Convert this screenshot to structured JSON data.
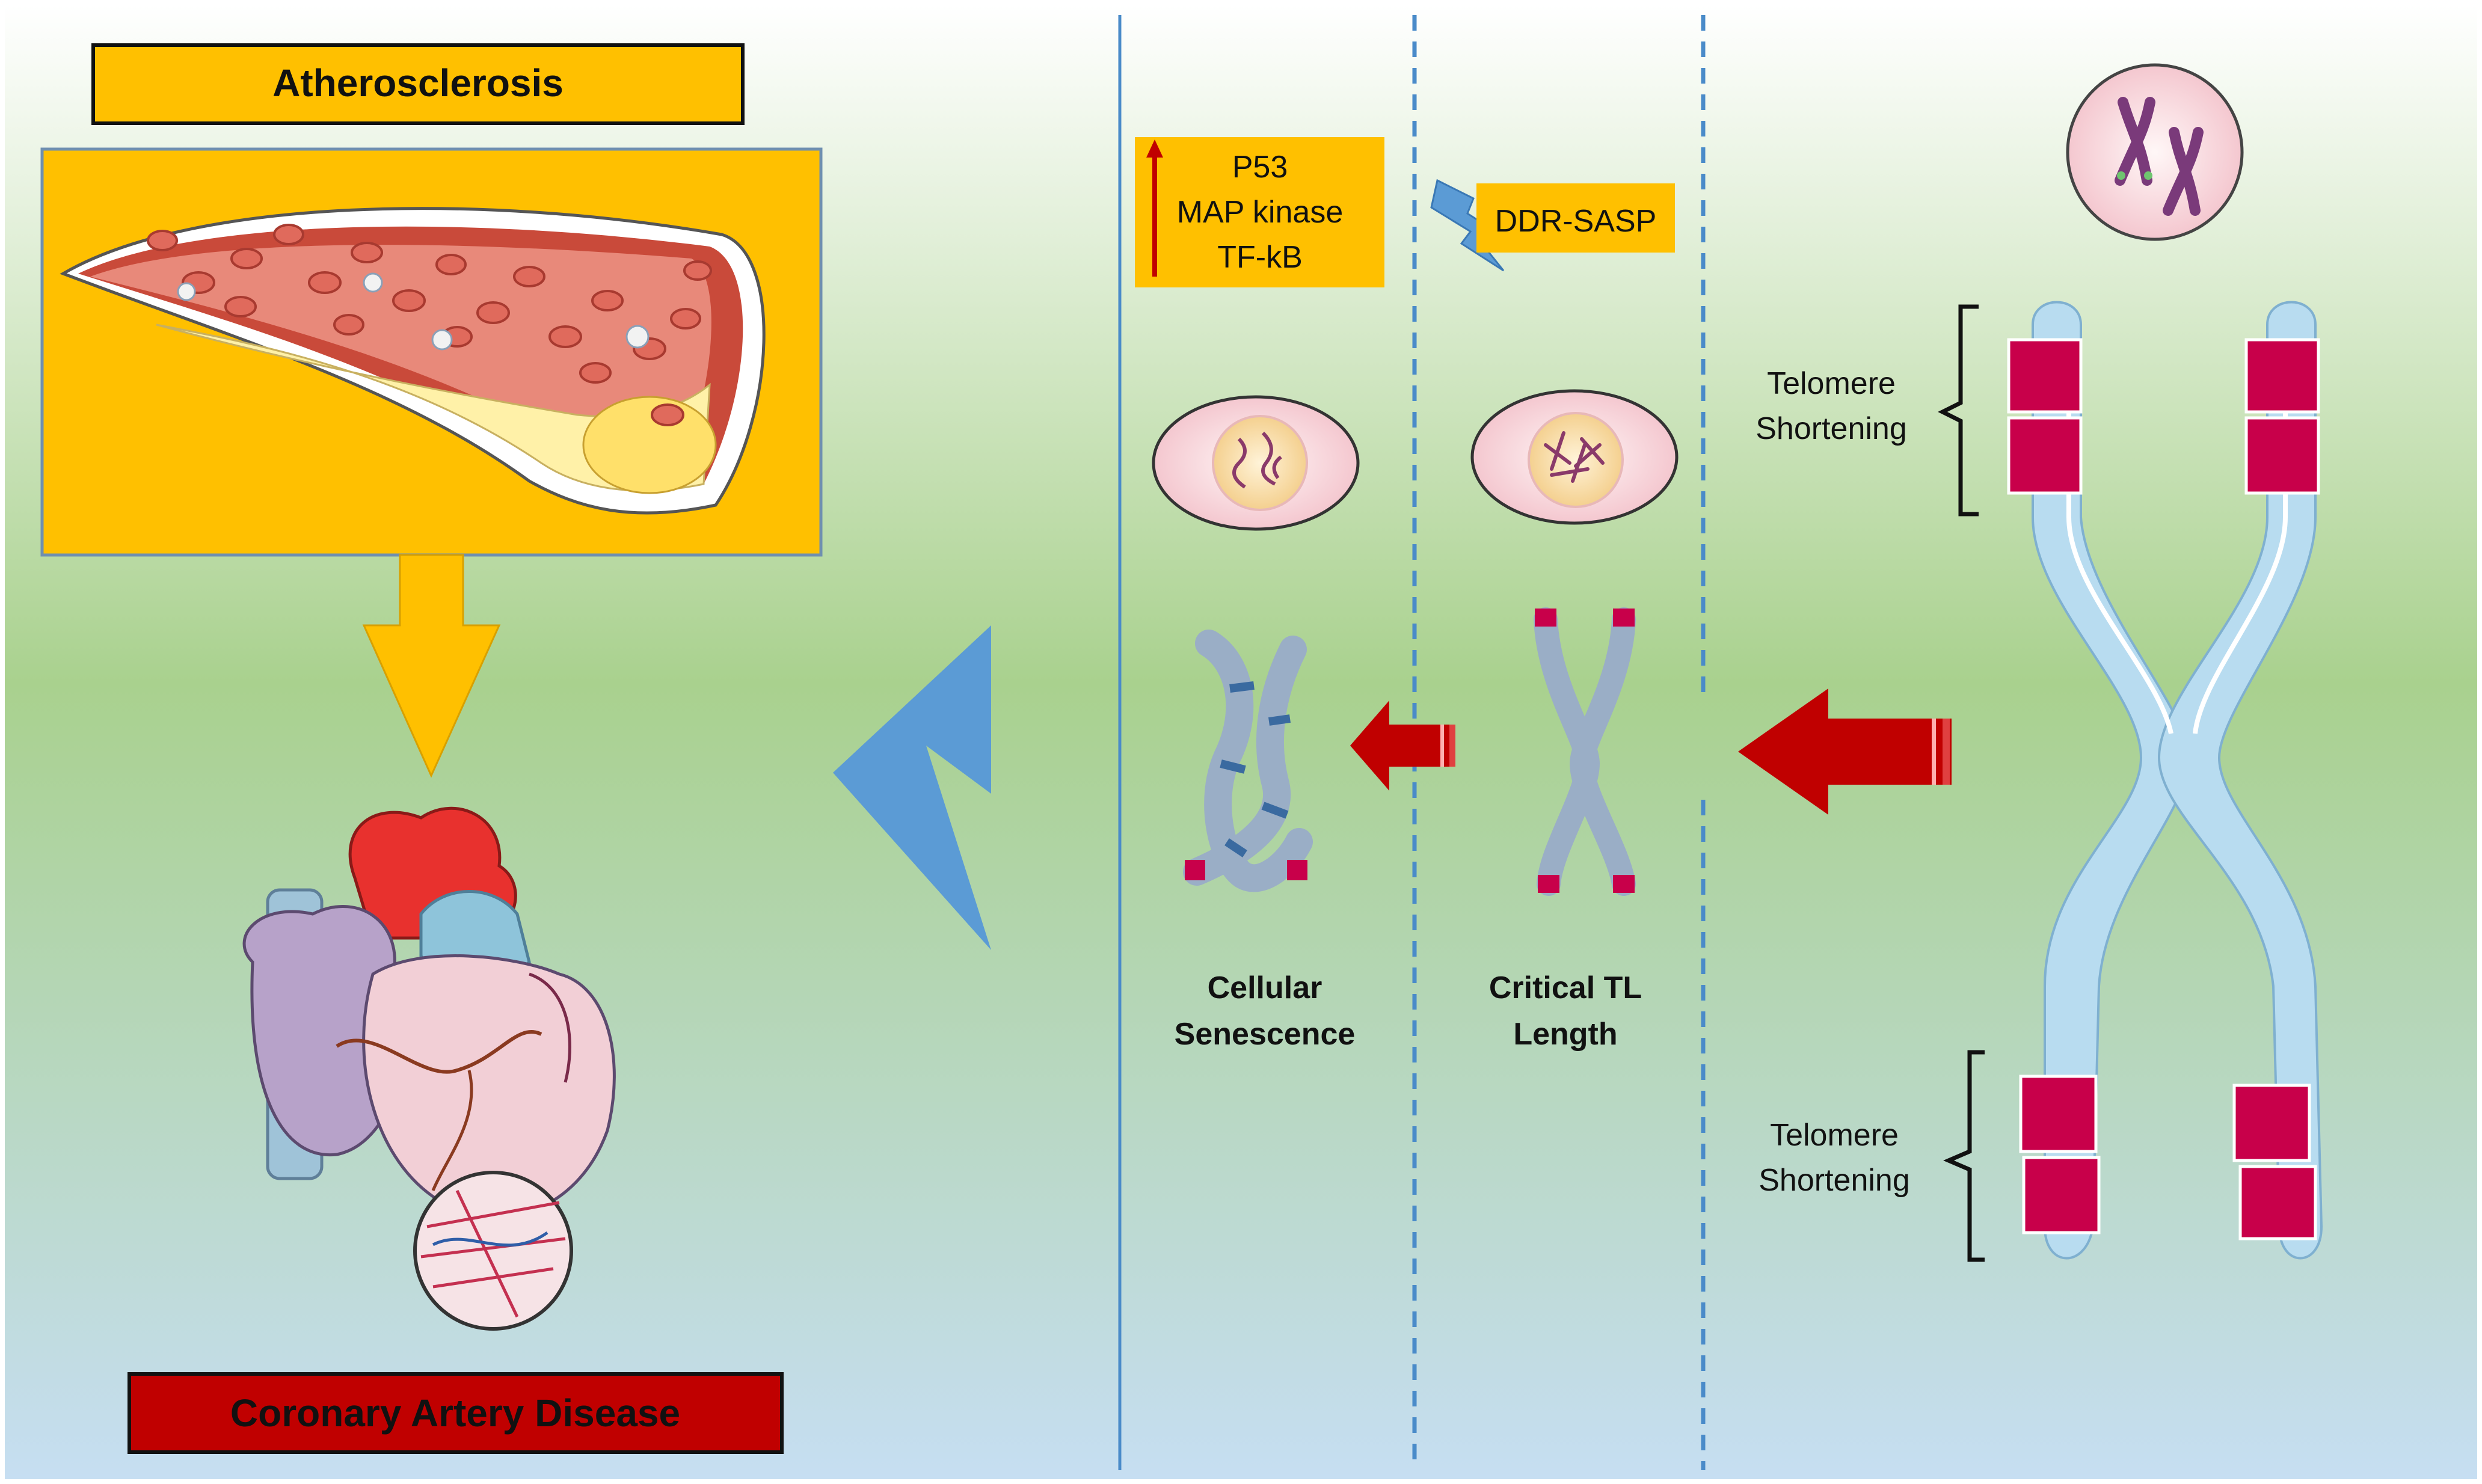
{
  "title_box": {
    "label": "Atherosclerosis"
  },
  "disease_box": {
    "label": "Coronary Artery Disease"
  },
  "markers_box": {
    "line1": "P53",
    "line2": "MAP kinase",
    "line3": "TF-kB"
  },
  "ddr_box": {
    "label": "DDR-SASP"
  },
  "senescence_label": {
    "line1": "Cellular",
    "line2": "Senescence"
  },
  "critical_label": {
    "line1": "Critical TL",
    "line2": "Length"
  },
  "telomere_top": {
    "line1": "Telomere",
    "line2": "Shortening"
  },
  "telomere_bottom": {
    "line1": "Telomere",
    "line2": "Shortening"
  },
  "colors": {
    "yellow_box": "#FFC000",
    "dark_red_box": "#C00000",
    "arrow_red": "#C00000",
    "chevron_blue": "#5B9BD5",
    "telomere": "#C8004A",
    "chromosome_blue": "#B8DCF0",
    "divider_blue": "#4A8BC9"
  },
  "icons": [
    "artery-plaque-icon",
    "heart-icon",
    "chromosome-icon",
    "cell-nucleus-icon",
    "up-arrow-icon",
    "lightning-icon",
    "left-chevron-icon",
    "left-arrow-icon"
  ]
}
